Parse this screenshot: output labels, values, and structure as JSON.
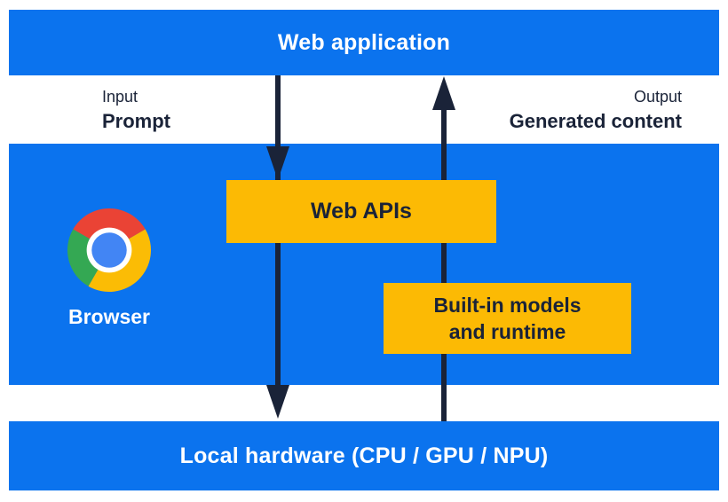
{
  "diagram": {
    "type": "architecture-flow",
    "title_none_shown": true
  },
  "colors": {
    "panel_blue": "#0b73ee",
    "box_yellow": "#fcba04",
    "arrow_navy": "#1a2338",
    "text_on_blue": "#ffffff",
    "chrome_logo": {
      "red": "#ea4335",
      "yellow": "#fbbc05",
      "green": "#34a853",
      "blue": "#4285f4",
      "ring": "#ffffff"
    }
  },
  "layers": {
    "web_application": {
      "label": "Web application"
    },
    "browser": {
      "name": "Browser",
      "web_apis": {
        "label": "Web APIs"
      },
      "builtin_models": {
        "line1": "Built-in models",
        "line2": "and runtime"
      }
    },
    "local_hardware": {
      "label": "Local hardware (CPU / GPU / NPU)"
    }
  },
  "flows": {
    "input": {
      "kind": "Input",
      "label": "Prompt",
      "direction": "down"
    },
    "output": {
      "kind": "Output",
      "label": "Generated content",
      "direction": "up"
    }
  },
  "icons": {
    "chrome_logo": "chrome-browser-logo"
  }
}
